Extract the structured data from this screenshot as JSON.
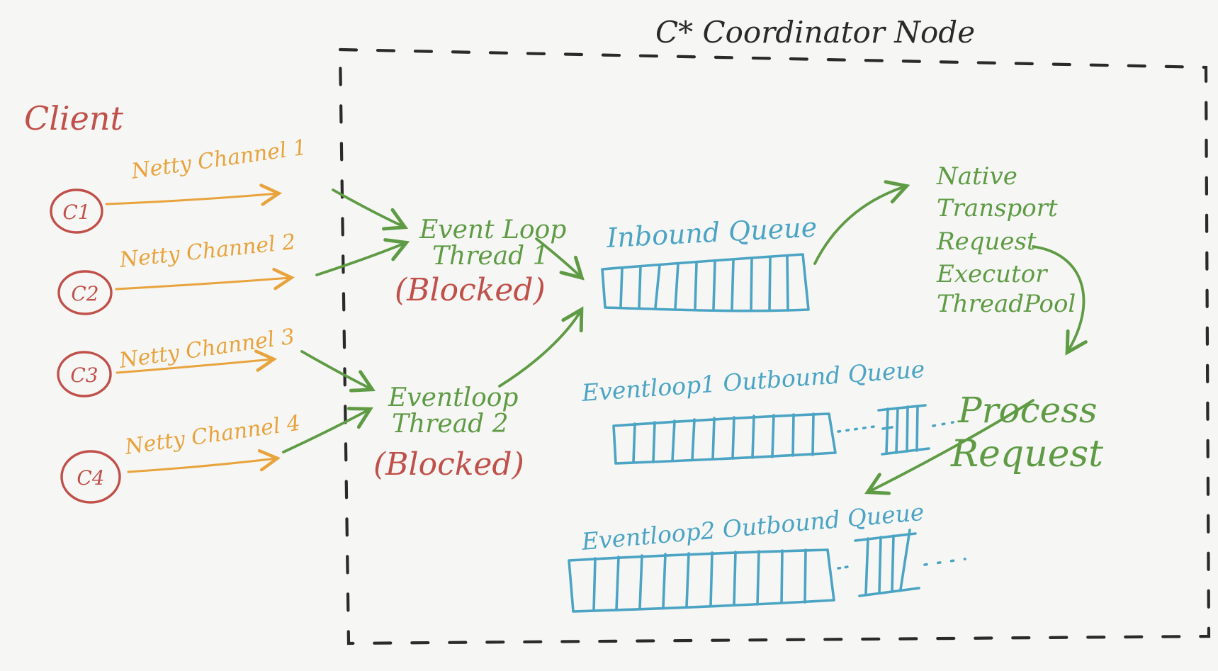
{
  "coordinator": {
    "title": "C* Coordinator Node"
  },
  "client": {
    "label": "Client",
    "connections": [
      {
        "id": "C1",
        "channel": "Netty Channel 1"
      },
      {
        "id": "C2",
        "channel": "Netty Channel 2"
      },
      {
        "id": "C3",
        "channel": "Netty Channel 3"
      },
      {
        "id": "C4",
        "channel": "Netty Channel 4"
      }
    ]
  },
  "event_loops": [
    {
      "line1": "Event Loop",
      "line2": "Thread 1",
      "status": "(Blocked)"
    },
    {
      "line1": "Eventloop",
      "line2": "Thread 2",
      "status": "(Blocked)"
    }
  ],
  "queues": {
    "inbound": {
      "label": "Inbound Queue"
    },
    "outbound1": {
      "label": "Eventloop1 Outbound Queue"
    },
    "outbound2": {
      "label": "Eventloop2 Outbound Queue"
    }
  },
  "executor": {
    "lines": [
      "Native",
      "Transport",
      "Request",
      "Executor",
      "ThreadPool"
    ]
  },
  "process": {
    "line1": "Process",
    "line2": "Request"
  },
  "colors": {
    "ink": "#2a2a2a",
    "red": "#c0504a",
    "orange": "#e8a33d",
    "green": "#5e9b44",
    "blue": "#4ba4c4",
    "background": "#f6f6f4"
  }
}
